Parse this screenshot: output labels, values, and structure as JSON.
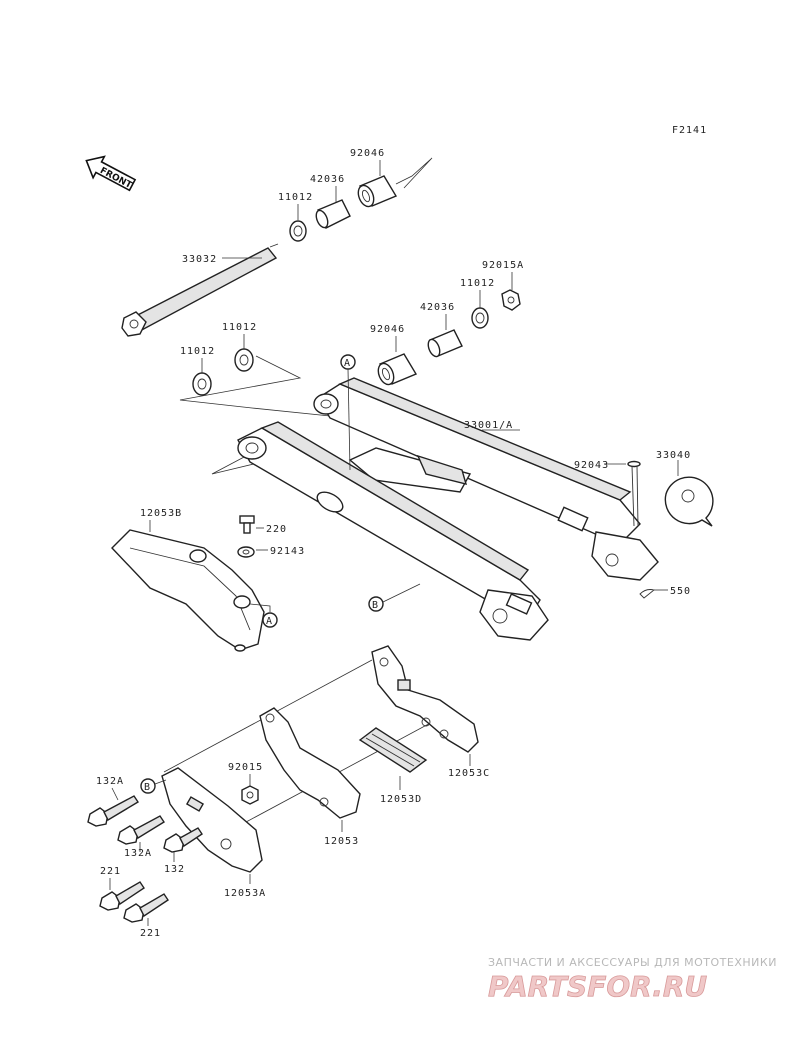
{
  "diagram_code": "F2141",
  "front_label": "FRONT",
  "callout_a": "A",
  "callout_b": "B",
  "parts": {
    "p33032": "33032",
    "p11012_top": "11012",
    "p42036_top": "42036",
    "p92046_top": "92046",
    "p92015A": "92015A",
    "p11012_r": "11012",
    "p42036_r": "42036",
    "p92046_r": "92046",
    "p11012_l1": "11012",
    "p11012_l2": "11012",
    "p33001A": "33001/A",
    "p92043": "92043",
    "p33040": "33040",
    "p550": "550",
    "p12053B": "12053B",
    "p220": "220",
    "p92143": "92143",
    "p12053C": "12053C",
    "p12053D": "12053D",
    "p12053": "12053",
    "p92015": "92015",
    "p132A_1": "132A",
    "p132A_2": "132A",
    "p132": "132",
    "p12053A": "12053A",
    "p221_1": "221",
    "p221_2": "221"
  },
  "watermark": {
    "caption": "ЗАПЧАСТИ И АКСЕССУАРЫ ДЛЯ МОТОТЕХНИКИ",
    "brand": "PARTSFOR.RU"
  },
  "icons": {
    "front_arrow": "front-arrow-icon"
  }
}
